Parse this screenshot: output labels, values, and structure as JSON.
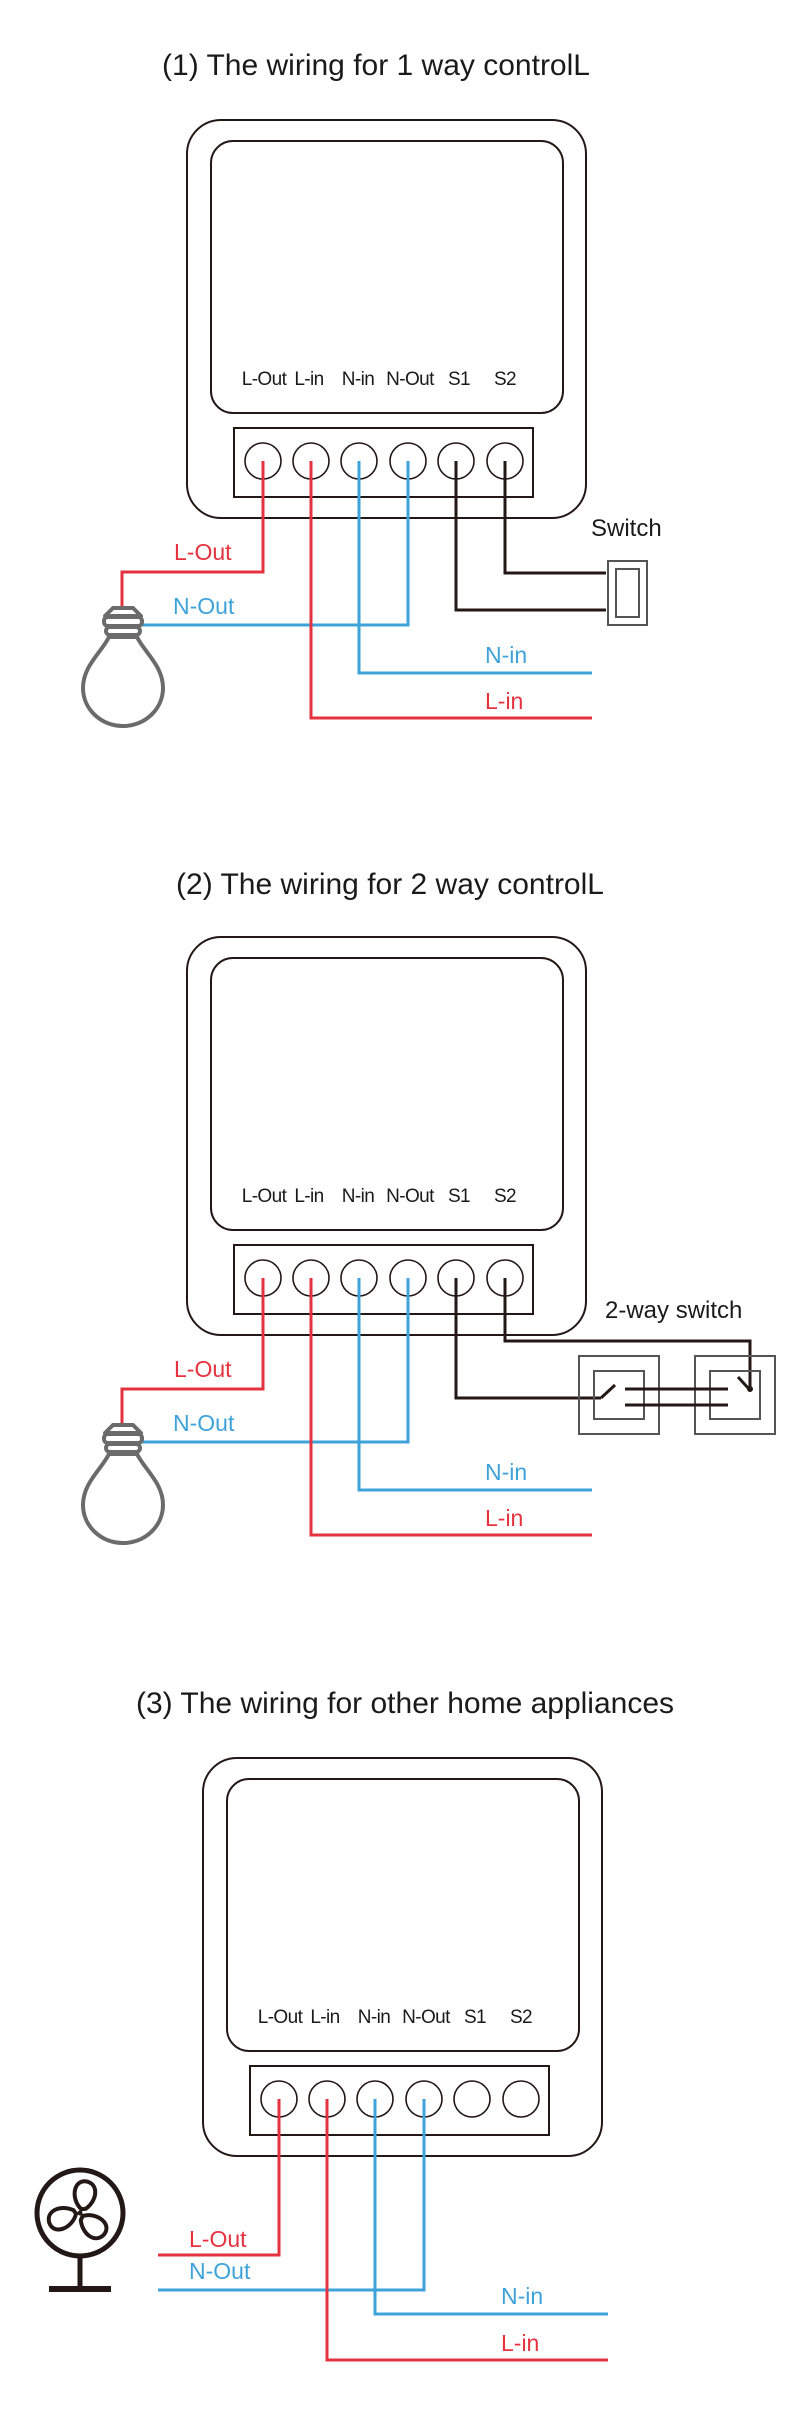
{
  "colors": {
    "line_live": "#e5323f",
    "neutral": "#3ea3db",
    "switch_wire": "#231815",
    "outline": "#231815",
    "bulb": "#6b6b6b"
  },
  "terminals": [
    "L-Out",
    "L-in",
    "N-in",
    "N-Out",
    "S1",
    "S2"
  ],
  "sections": [
    {
      "title": "(1) The wiring for 1 way controlL",
      "load": "light-bulb",
      "switch_type": "1-way",
      "switch_label": "Switch",
      "wire_labels": {
        "l_out": "L-Out",
        "n_out": "N-Out",
        "n_in": "N-in",
        "l_in": "L-in"
      }
    },
    {
      "title": "(2) The wiring for 2 way controlL",
      "load": "light-bulb",
      "switch_type": "2-way",
      "switch_label": "2-way switch",
      "wire_labels": {
        "l_out": "L-Out",
        "n_out": "N-Out",
        "n_in": "N-in",
        "l_in": "L-in"
      }
    },
    {
      "title": "(3) The wiring for other home appliances",
      "load": "fan",
      "switch_type": "none",
      "switch_label": "",
      "wire_labels": {
        "l_out": "L-Out",
        "n_out": "N-Out",
        "n_in": "N-in",
        "l_in": "L-in"
      }
    }
  ]
}
